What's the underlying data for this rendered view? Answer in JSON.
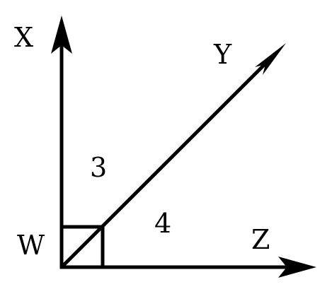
{
  "diagram": {
    "vertex_label": "W",
    "rays": [
      {
        "label": "X"
      },
      {
        "label": "Y"
      },
      {
        "label": "Z"
      }
    ],
    "angle_labels": [
      "3",
      "4"
    ],
    "right_angle_marker": true,
    "stroke_color": "#000000",
    "background": "#ffffff"
  }
}
